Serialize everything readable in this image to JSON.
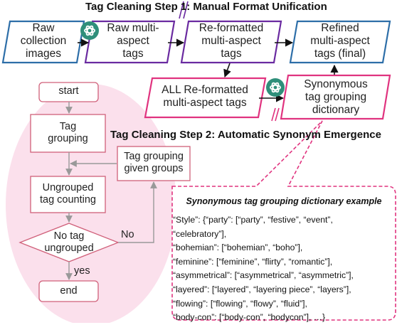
{
  "step1_title": "Tag Cleaning Step 1: Manual Format Unification",
  "step2_title": "Tag Cleaning Step 2: Automatic Synonym Emergence",
  "nodes": {
    "raw_images": [
      "Raw",
      "collection",
      "images"
    ],
    "raw_tags": [
      "Raw multi-",
      "aspect",
      "tags"
    ],
    "reformatted_tags": [
      "Re-formatted",
      "multi-aspect",
      "tags"
    ],
    "refined_tags": [
      "Refined",
      "multi-aspect",
      "tags (final)"
    ],
    "all_reformatted": [
      "ALL Re-formatted",
      "multi-aspect tags"
    ],
    "synonym_dict": [
      "Synonymous",
      "tag grouping",
      "dictionary"
    ]
  },
  "flow": {
    "start": "start",
    "tag_grouping": [
      "Tag",
      "grouping"
    ],
    "given_groups": [
      "Tag grouping",
      "given groups"
    ],
    "counting": [
      "Ungrouped",
      "tag counting"
    ],
    "decision": [
      "No tag",
      "ungrouped"
    ],
    "no_label": "No",
    "yes_label": "yes",
    "end": "end"
  },
  "example": {
    "title": "Synonymous tag grouping dictionary example",
    "lines": [
      "“Style”: {“party”: [“party”, “festive”, “event”,",
      "“celebratory”],",
      "“bohemian”: [“bohemian”, “boho”],",
      "“feminine”: [“feminine”, “flirty”, “romantic”],",
      "“asymmetrical”: [“asymmetrical”, “asymmetric”],",
      "“layered”: [“layered”, “layering piece”, “layers”],",
      "“flowing”: [“flowing”, “flowy”, “fluid”],",
      "“body-con”: [“body-con”, “bodycon”], …}"
    ]
  },
  "colors": {
    "blue": "#2d6ea8",
    "purple": "#6a2aa0",
    "magenta": "#e0337f",
    "flow_box": "#d0607a",
    "ellipse_fill": "#fbe0ec",
    "gpt_green": "#2f8f7a"
  },
  "icons": [
    "chatgpt-icon"
  ]
}
